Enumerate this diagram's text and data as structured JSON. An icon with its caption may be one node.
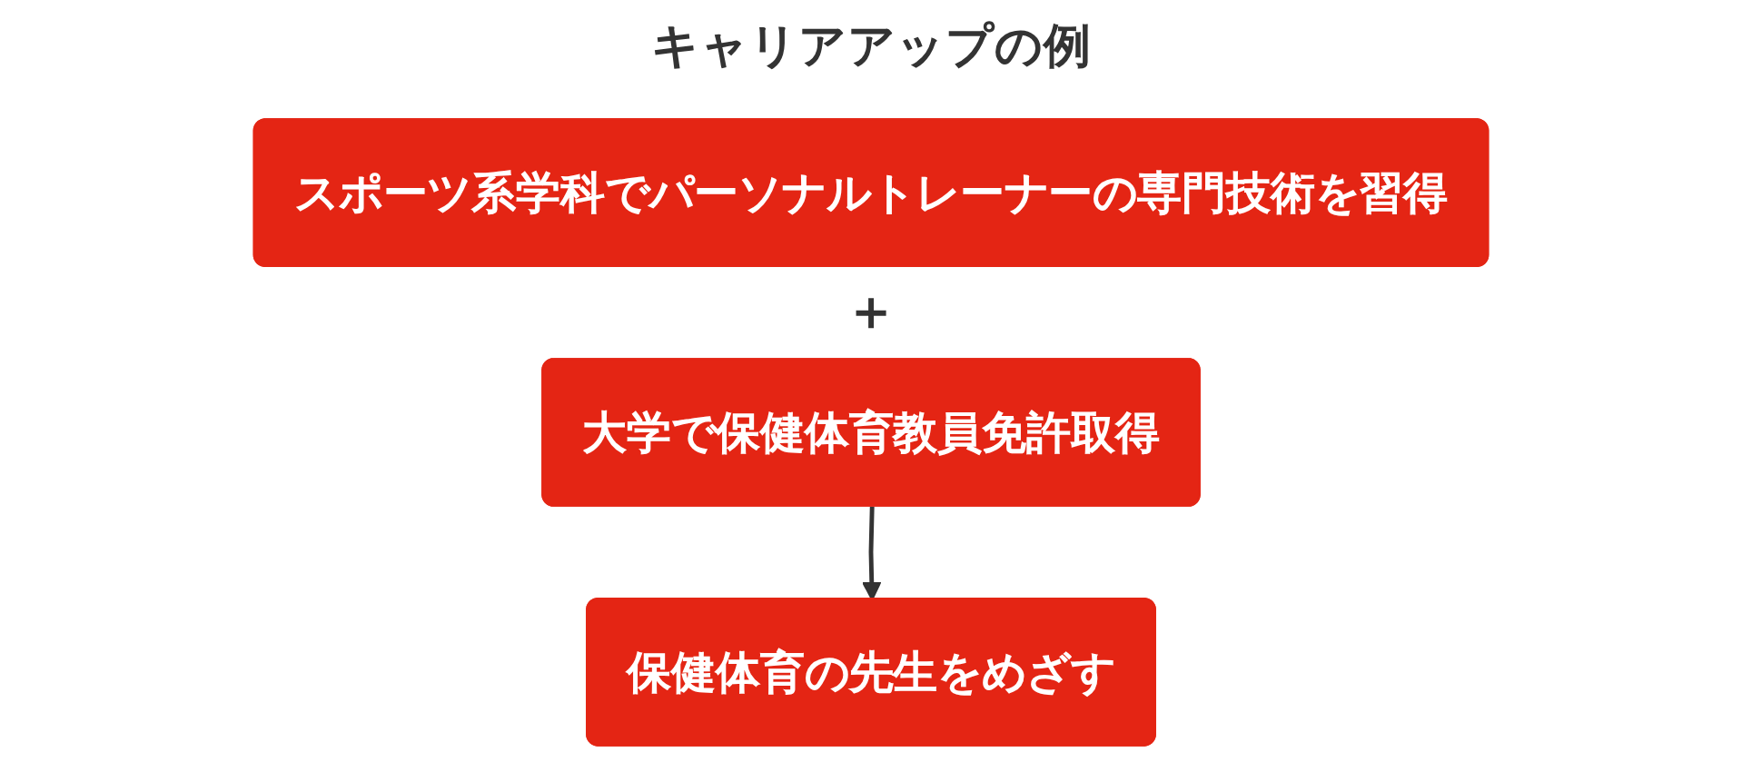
{
  "diagram": {
    "title": "キャリアアップの例",
    "nodes": [
      {
        "text": [
          "スポーツ系学科でパーソナルトレーナーの専門技術を習得"
        ]
      },
      {
        "text": [
          "大学で保健体育教員免許取得"
        ]
      },
      {
        "text": [
          "保健体育の先生をめざす"
        ]
      }
    ],
    "edges": [
      {
        "from": 1,
        "to": 2,
        "arrow": "to"
      }
    ],
    "labels": [
      "＋"
    ]
  }
}
